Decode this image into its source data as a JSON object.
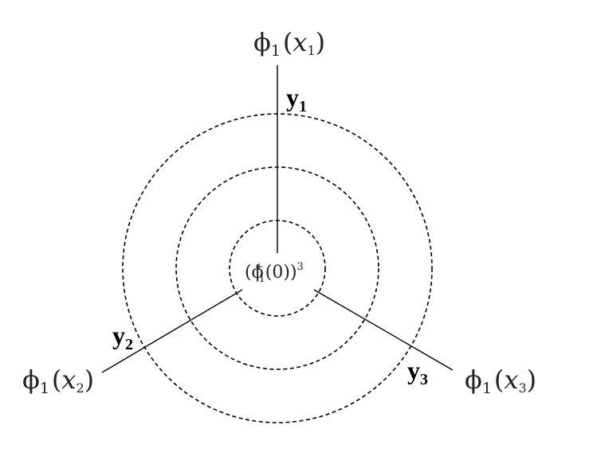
{
  "diagram": {
    "center_label": {
      "base": "(ϕ",
      "sup": "+",
      "sub": "1",
      "tail": "(0))",
      "power": "3"
    },
    "external_points": [
      {
        "phi": "ϕ",
        "phi_sub": "1",
        "open": "(",
        "arg": "x",
        "arg_sub": "1",
        "close": ")"
      },
      {
        "phi": "ϕ",
        "phi_sub": "1",
        "open": "(",
        "arg": "x",
        "arg_sub": "2",
        "close": ")"
      },
      {
        "phi": "ϕ",
        "phi_sub": "1",
        "open": "(",
        "arg": "x",
        "arg_sub": "3",
        "close": ")"
      }
    ],
    "leg_labels": [
      {
        "base": "y",
        "sub": "1"
      },
      {
        "base": "y",
        "sub": "2"
      },
      {
        "base": "y",
        "sub": "3"
      }
    ],
    "circles": {
      "count": 3,
      "style": "dashed"
    }
  }
}
